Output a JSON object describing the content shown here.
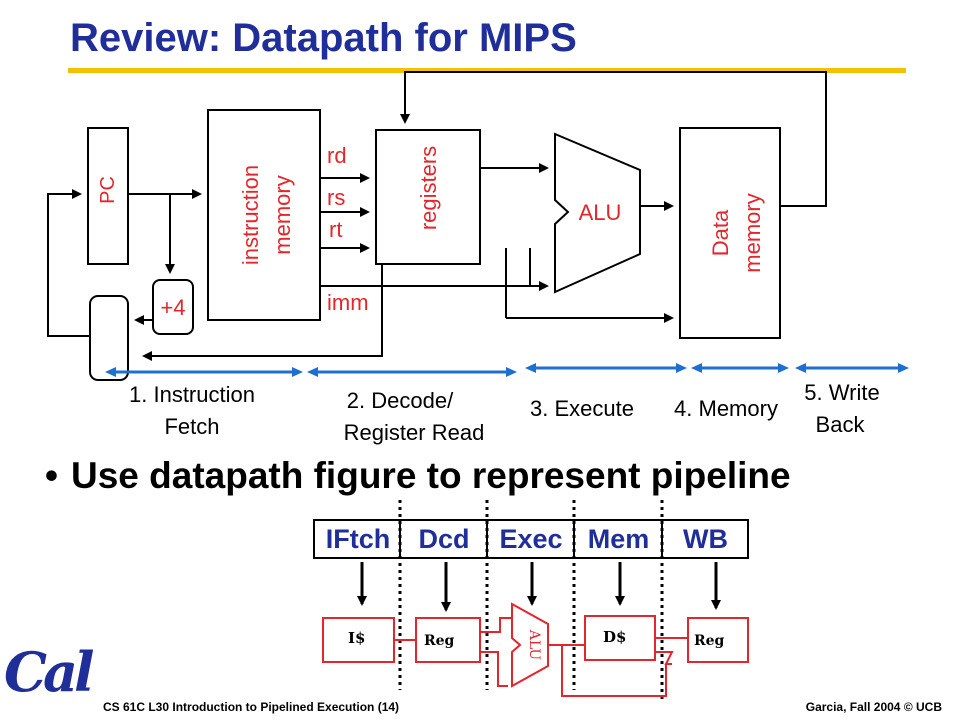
{
  "title": "Review: Datapath for MIPS",
  "datapath": {
    "pc_label": "PC",
    "instruction_memory_label": [
      "instruction",
      "memory"
    ],
    "registers_label": "registers",
    "alu_label": "ALU",
    "data_memory_label": [
      "Data",
      "memory"
    ],
    "adder_label": "+4",
    "field_rd": "rd",
    "field_rs": "rs",
    "field_rt": "rt",
    "field_imm": "imm"
  },
  "stages": [
    {
      "lines": [
        "1. Instruction",
        "Fetch"
      ]
    },
    {
      "lines": [
        "2. Decode/",
        "Register Read"
      ]
    },
    {
      "lines": [
        "3. Execute"
      ]
    },
    {
      "lines": [
        "4. Memory"
      ]
    },
    {
      "lines": [
        "5. Write",
        "Back"
      ]
    }
  ],
  "bullet": "Use datapath figure to represent pipeline",
  "pipeline_strip": [
    "IFtch",
    "Dcd",
    "Exec",
    "Mem",
    "WB"
  ],
  "pipeline_boxes": {
    "icache": "I$",
    "reg_read": "Reg",
    "alu": "ALU",
    "dcache": "D$",
    "reg_write": "Reg"
  },
  "footer": {
    "left": "CS 61C L30 Introduction to Pipelined Execution (14)",
    "right": "Garcia, Fall 2004 © UCB",
    "logo": "Cal"
  },
  "colors": {
    "title": "#1F2E98",
    "rule": "#F2C200",
    "labels": "#E3262C",
    "stage_arrows": "#1F6FD0",
    "pipeline_boxes": "#E3262C"
  }
}
